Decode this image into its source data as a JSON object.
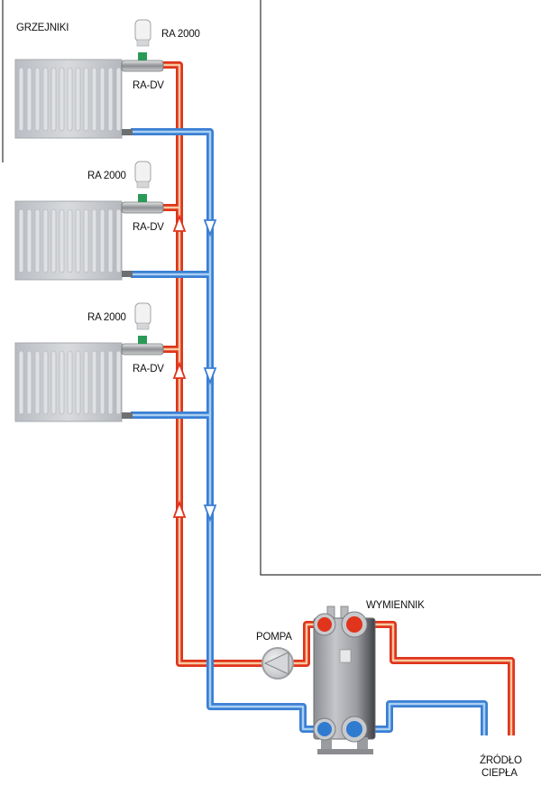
{
  "title": "GRZEJNIKI",
  "radiators": [
    {
      "thermostat_label": "RA 2000",
      "valve_label": "RA-DV"
    },
    {
      "thermostat_label": "RA 2000",
      "valve_label": "RA-DV"
    },
    {
      "thermostat_label": "RA 2000",
      "valve_label": "RA-DV"
    }
  ],
  "pump_label": "POMPA",
  "exchanger_label": "WYMIENNIK",
  "source_label_line1": "ŹRÓDŁO",
  "source_label_line2": "CIEPŁA",
  "colors": {
    "supply": "#e0341c",
    "supply_core": "#f7c9a0",
    "return": "#3b7fd4",
    "return_core": "#a9d0f2",
    "radiator": "#c9ccd1",
    "frame": "#333333"
  }
}
